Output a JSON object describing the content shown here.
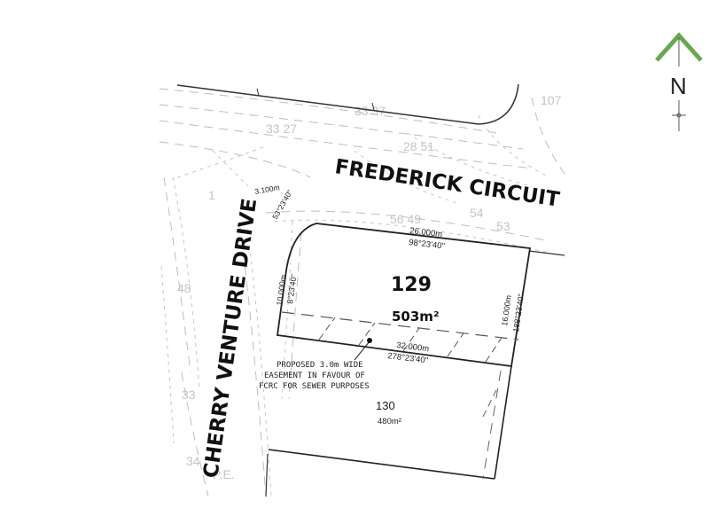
{
  "compass": {
    "label": "N",
    "arrow_color": "#6aa84f",
    "icon": "north-arrow-icon"
  },
  "streets": {
    "frederick": "FREDERICK CIRCUIT",
    "cherry": "CHERRY VENTURE DRIVE"
  },
  "lot_129": {
    "number": "129",
    "area": "503m²",
    "top_distance": "26.000m",
    "top_bearing": "98°23'40\"",
    "left_distance": "10.000m",
    "left_bearing": "8°23'40\"",
    "right_distance": "16.000m",
    "right_bearing": "188°23'40\"",
    "bottom_distance": "32.000m",
    "bottom_bearing": "278°23'40\""
  },
  "lot_130": {
    "number": "130",
    "area": "480m²"
  },
  "corner_truncation": {
    "distance": "3.100m",
    "bearing": "53°23'40\""
  },
  "easement_note": {
    "line1": "PROPOSED 3.0m WIDE",
    "line2": "EASEMENT IN FAVOUR OF",
    "line3": "FCRC FOR SEWER PURPOSES"
  }
}
